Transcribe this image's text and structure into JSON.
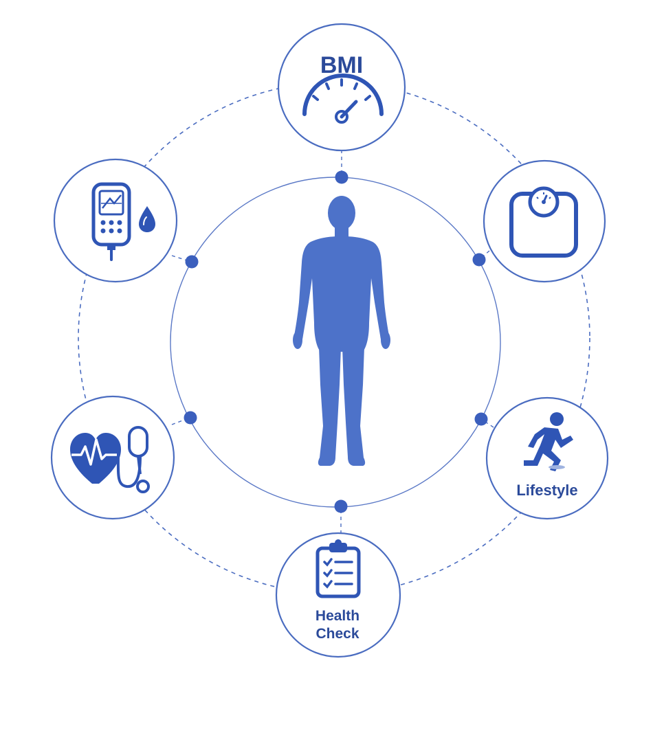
{
  "colors": {
    "primary": "#2f55b5",
    "figure": "#4d72c9",
    "stroke": "#4a6cc0",
    "text": "#2b4a9a",
    "background": "#ffffff"
  },
  "center": {
    "icon": "human-body-silhouette-icon"
  },
  "nodes": {
    "bmi": {
      "label": "BMI",
      "icon": "gauge-meter-icon"
    },
    "weight": {
      "icon": "weighing-scale-icon"
    },
    "lifestyle": {
      "label": "Lifestyle",
      "icon": "running-person-icon"
    },
    "health_check": {
      "line1": "Health",
      "line2": "Check",
      "icon": "clipboard-checklist-icon"
    },
    "blood_pressure": {
      "icon": "heart-stethoscope-icon"
    },
    "glucose": {
      "icon": "glucose-meter-blood-drop-icon"
    }
  }
}
